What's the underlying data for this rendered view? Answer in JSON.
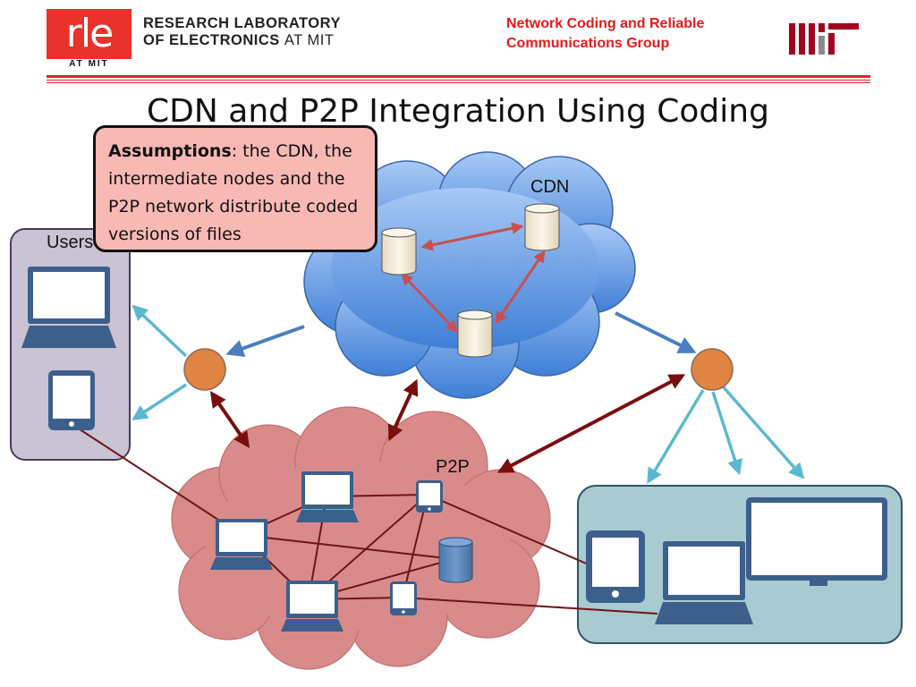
{
  "header": {
    "logo_text": "rle",
    "logo_subtext": "AT MIT",
    "lab_line1": "RESEARCH LABORATORY",
    "lab_line2_bold": "OF ELECTRONICS",
    "lab_line2_thin": "AT MIT",
    "group_line1": "Network Coding and Reliable",
    "group_line2": "Communications Group"
  },
  "slide": {
    "title": "CDN and P2P Integration Using Coding"
  },
  "callout": {
    "bold": "Assumptions",
    "text": ": the CDN, the intermediate nodes and the P2P network distribute coded versions of files"
  },
  "labels": {
    "cdn": "CDN",
    "p2p": "P2P",
    "users": "Users"
  },
  "colors": {
    "accent_red": "#d9252a",
    "cdn_cloud": "#5b95dc",
    "p2p_cloud": "#d98b8b",
    "users_box": "#c9c3d4",
    "users_box_right": "#a8cbd2",
    "router_node": "#e08443",
    "dark_red_arrow": "#7a0d0d",
    "cyan_arrow": "#5bb9cf",
    "blue_arrow": "#4a7fc1",
    "device_blue": "#3c5f8c"
  }
}
